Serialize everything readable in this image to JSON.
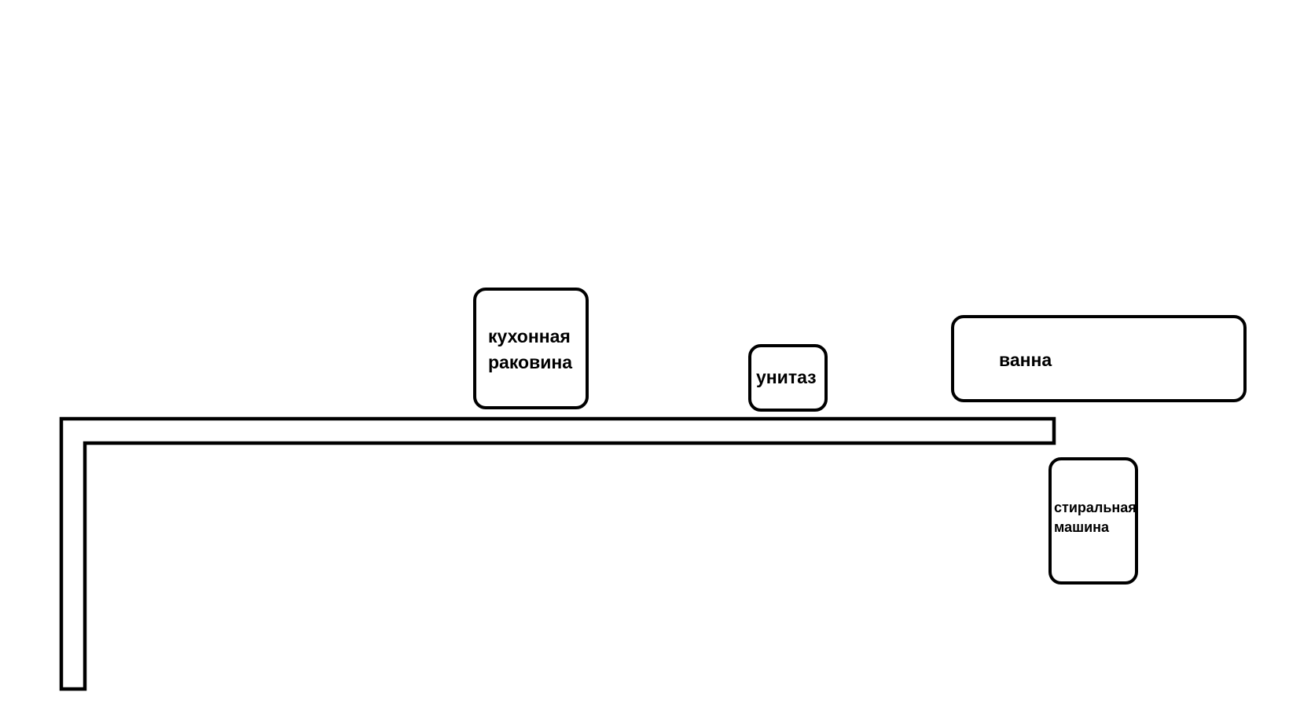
{
  "diagram": {
    "stroke_color": "#000000",
    "background_color": "#ffffff",
    "fixtures": {
      "kitchen_sink": {
        "line1": "кухонная",
        "line2": "раковина"
      },
      "toilet": {
        "label": "унитаз"
      },
      "bathtub": {
        "label": "ванна"
      },
      "washing_machine": {
        "line1": "стиральная",
        "line2": "машина"
      }
    }
  }
}
